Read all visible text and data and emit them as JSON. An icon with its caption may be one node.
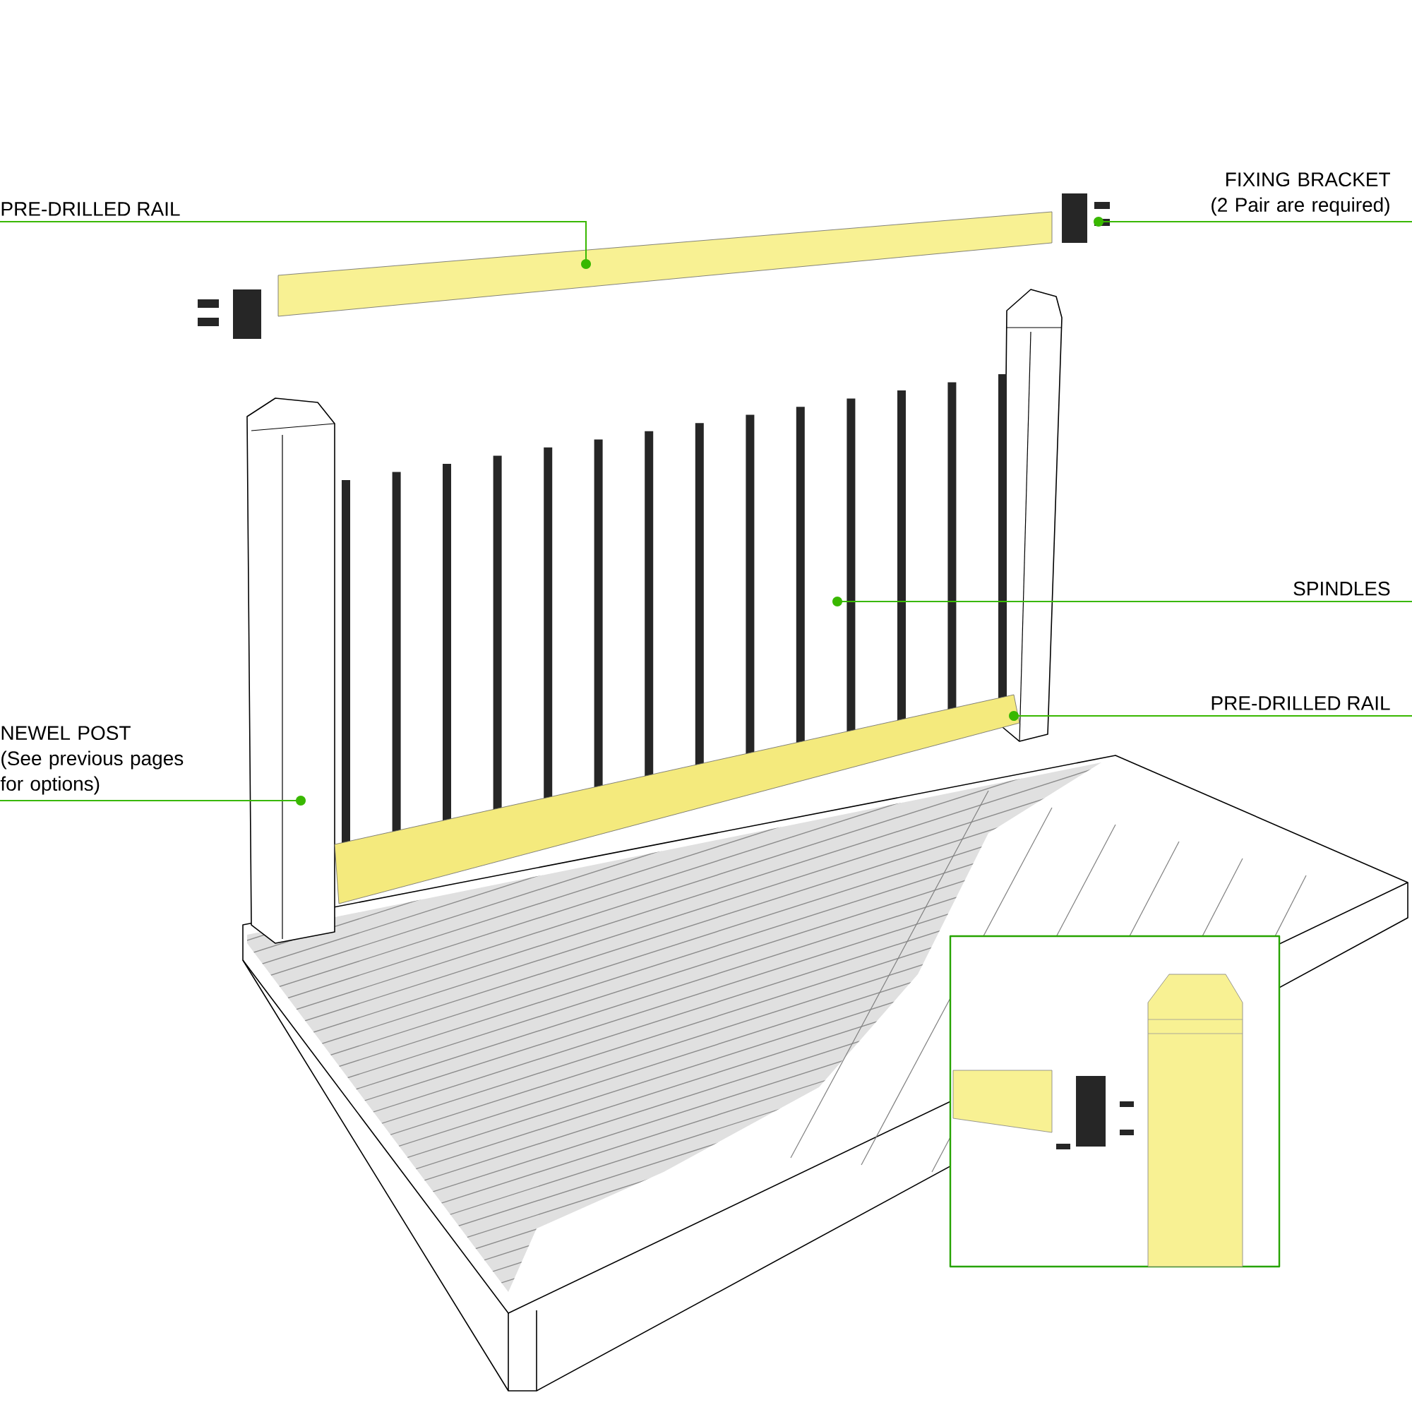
{
  "diagram": {
    "nodes": [
      {
        "text": [
          "PRE-DRILLED RAIL"
        ]
      },
      {
        "text": [
          "FIXING BRACKET",
          "(2 Pair are required)"
        ]
      },
      {
        "text": [
          "SPINDLES"
        ]
      },
      {
        "text": [
          "PRE-DRILLED RAIL"
        ]
      },
      {
        "text": [
          "NEWEL POST",
          "(See previous pages for options)"
        ]
      }
    ],
    "edges": [
      {
        "from": 0,
        "to": null,
        "arrow": "other"
      },
      {
        "from": 1,
        "to": null,
        "arrow": "other"
      },
      {
        "from": 2,
        "to": null,
        "arrow": "other"
      },
      {
        "from": 3,
        "to": null,
        "arrow": "other"
      },
      {
        "from": 4,
        "to": null,
        "arrow": "other"
      }
    ]
  }
}
